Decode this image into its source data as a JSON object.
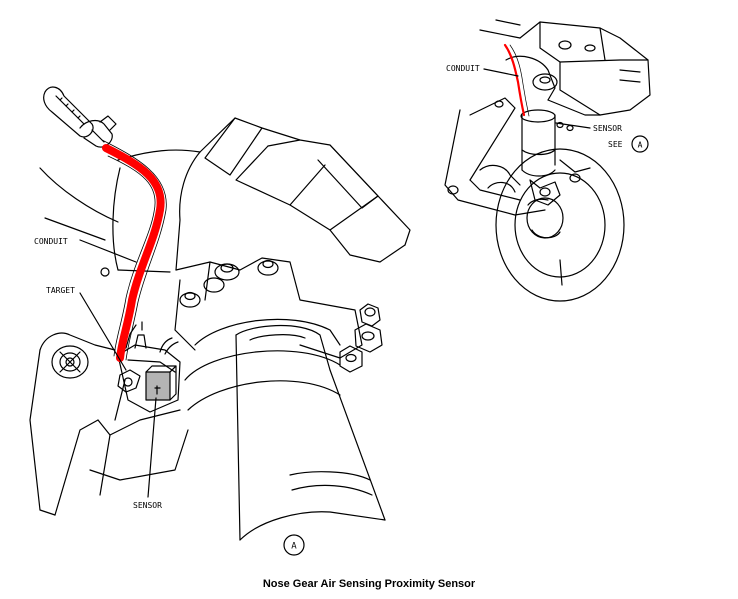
{
  "caption": "Nose Gear Air Sensing Proximity Sensor",
  "labels": {
    "conduit": "CONDUIT",
    "target": "TARGET",
    "sensor": "SENSOR",
    "view_letter": "A",
    "inset_conduit": "CONDUIT",
    "inset_sensor": "SENSOR",
    "inset_see": "SEE",
    "inset_view_letter": "A"
  },
  "colors": {
    "line": "#000000",
    "conduit_highlight": "#ff0000",
    "sensor_fill": "#b4b4b4",
    "background": "#ffffff"
  }
}
